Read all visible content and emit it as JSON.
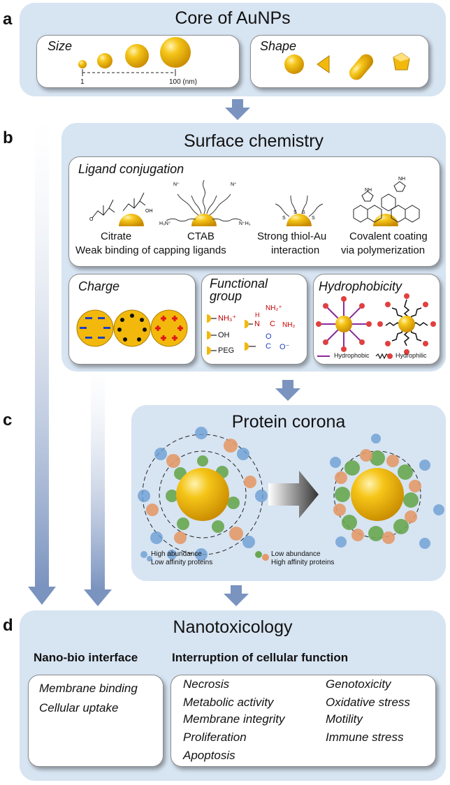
{
  "panels": {
    "a": {
      "letter": "a",
      "title": "Core of AuNPs",
      "size": {
        "label": "Size",
        "min": "1",
        "max": "100 (nm)"
      },
      "shape": {
        "label": "Shape"
      }
    },
    "b": {
      "letter": "b",
      "title": "Surface chemistry",
      "ligand": {
        "label": "Ligand conjugation",
        "captions": [
          "Citrate",
          "CTAB",
          "Weak binding of capping ligands",
          "Strong thiol-Au",
          "interaction",
          "Covalent coating",
          "via polymerization"
        ]
      },
      "charge": {
        "label": "Charge"
      },
      "functional": {
        "label1": "Functional",
        "label2": "group",
        "groups": [
          "NH₃⁺",
          "OH",
          "PEG",
          "N",
          "H",
          "C",
          "NH₂⁺",
          "NH₂",
          "O",
          "C",
          "O⁻"
        ]
      },
      "hydro": {
        "label": "Hydrophobicity",
        "legend": [
          "Hydrophobic",
          "Hydrophilic"
        ]
      }
    },
    "c": {
      "letter": "c",
      "title": "Protein corona",
      "legend": [
        {
          "line1": "High abundance",
          "line2": "Low affinity proteins"
        },
        {
          "line1": "Low abundance",
          "line2": "High affinity proteins"
        }
      ]
    },
    "d": {
      "letter": "d",
      "title": "Nanotoxicology",
      "left_heading": "Nano-bio interface",
      "right_heading": "Interruption of cellular function",
      "left_items": [
        "Membrane binding",
        "Cellular uptake"
      ],
      "right_col1": [
        "Necrosis",
        "Metabolic activity",
        "Membrane integrity",
        "Proliferation",
        "Apoptosis"
      ],
      "right_col2": [
        "Genotoxicity",
        "Oxidative stress",
        "Motility",
        "Immune stress"
      ]
    }
  },
  "colors": {
    "panel": "#d7e4f2",
    "arrow": "#7a93bf",
    "gold": "#f2b90c",
    "minus": "#1f3fbf",
    "plus": "#e01818",
    "pink": "#e04040"
  }
}
